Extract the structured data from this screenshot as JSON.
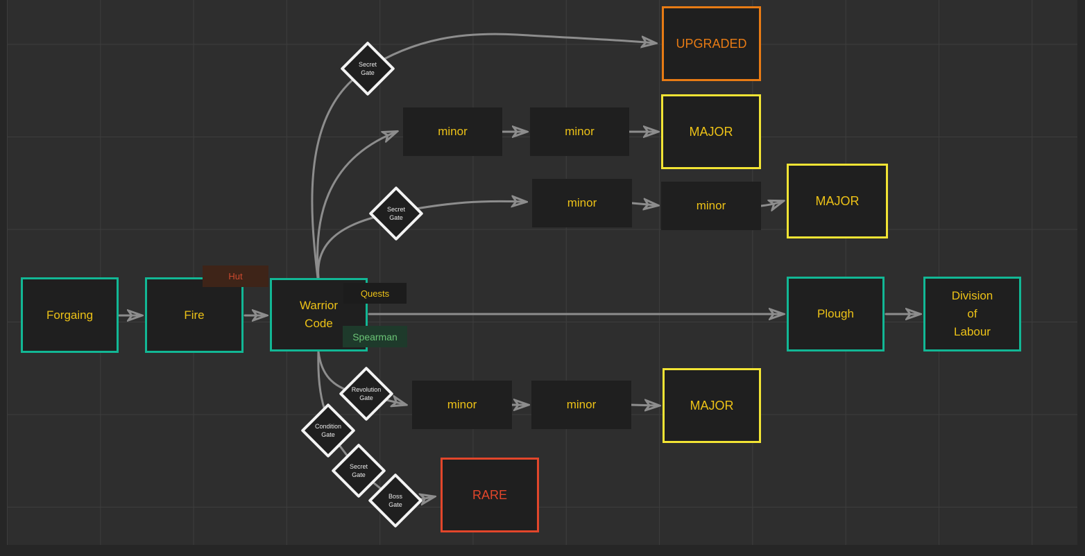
{
  "canvas": {
    "kind": "tech-tree-node-graph"
  },
  "colors": {
    "background": "#2e2e2e",
    "grid_line": "#3d3d3d",
    "node_fill": "#1f1f1f",
    "teal_border": "#12b795",
    "yellow_border": "#f2e434",
    "gold_text": "#edc217",
    "orange": "#e87b14",
    "red": "#e2462b",
    "hut_bg": "#3e2418",
    "hut_text": "#cd4a2e",
    "spearman_bg": "#1e3a2b",
    "spearman_text": "#6bc476",
    "gate_border": "#f3f3f3",
    "gate_text": "#e9e9e9",
    "connector": "#8d8d8d"
  },
  "nodes": [
    {
      "id": "forgaing",
      "label": "Forgaing",
      "style": "teal"
    },
    {
      "id": "fire",
      "label": "Fire",
      "style": "teal"
    },
    {
      "id": "warrior-code",
      "label": "Warrior\nCode",
      "style": "teal"
    },
    {
      "id": "upgraded",
      "label": "UPGRADED",
      "style": "upgraded"
    },
    {
      "id": "minor-a1",
      "label": "minor",
      "style": "plain"
    },
    {
      "id": "minor-a2",
      "label": "minor",
      "style": "plain"
    },
    {
      "id": "major-a",
      "label": "MAJOR",
      "style": "major"
    },
    {
      "id": "minor-b1",
      "label": "minor",
      "style": "plain"
    },
    {
      "id": "minor-b2",
      "label": "minor",
      "style": "plain"
    },
    {
      "id": "major-b",
      "label": "MAJOR",
      "style": "major"
    },
    {
      "id": "plough",
      "label": "Plough",
      "style": "teal"
    },
    {
      "id": "division-of-labour",
      "label": "Division\nof\nLabour",
      "style": "teal"
    },
    {
      "id": "minor-c1",
      "label": "minor",
      "style": "plain"
    },
    {
      "id": "minor-c2",
      "label": "minor",
      "style": "plain"
    },
    {
      "id": "major-c",
      "label": "MAJOR",
      "style": "major"
    },
    {
      "id": "rare",
      "label": "RARE",
      "style": "rare"
    }
  ],
  "gates": [
    {
      "id": "secret-gate-1",
      "label": "Secret\nGate"
    },
    {
      "id": "secret-gate-2",
      "label": "Secret\nGate"
    },
    {
      "id": "revolution-gate",
      "label": "Revolution\nGate"
    },
    {
      "id": "condition-gate",
      "label": "Condition\nGate"
    },
    {
      "id": "secret-gate-3",
      "label": "Secret\nGate"
    },
    {
      "id": "boss-gate",
      "label": "Boss\nGate"
    }
  ],
  "badges": [
    {
      "id": "hut",
      "label": "Hut"
    },
    {
      "id": "quests",
      "label": "Quests"
    },
    {
      "id": "spearman",
      "label": "Spearman"
    }
  ],
  "edges": [
    {
      "from": "forgaing",
      "to": "fire"
    },
    {
      "from": "fire",
      "to": "warrior-code"
    },
    {
      "from": "warrior-code",
      "to": "secret-gate-1"
    },
    {
      "from": "secret-gate-1",
      "to": "upgraded"
    },
    {
      "from": "warrior-code",
      "to": "minor-a1"
    },
    {
      "from": "minor-a1",
      "to": "minor-a2"
    },
    {
      "from": "minor-a2",
      "to": "major-a"
    },
    {
      "from": "warrior-code",
      "to": "secret-gate-2"
    },
    {
      "from": "secret-gate-2",
      "to": "minor-b1"
    },
    {
      "from": "minor-b1",
      "to": "minor-b2"
    },
    {
      "from": "minor-b2",
      "to": "major-b"
    },
    {
      "from": "warrior-code",
      "to": "plough"
    },
    {
      "from": "plough",
      "to": "division-of-labour"
    },
    {
      "from": "warrior-code",
      "to": "revolution-gate"
    },
    {
      "from": "revolution-gate",
      "to": "minor-c1"
    },
    {
      "from": "minor-c1",
      "to": "minor-c2"
    },
    {
      "from": "minor-c2",
      "to": "major-c"
    },
    {
      "from": "warrior-code",
      "to": "condition-gate"
    },
    {
      "from": "condition-gate",
      "to": "secret-gate-3"
    },
    {
      "from": "secret-gate-3",
      "to": "boss-gate"
    },
    {
      "from": "boss-gate",
      "to": "rare"
    }
  ]
}
